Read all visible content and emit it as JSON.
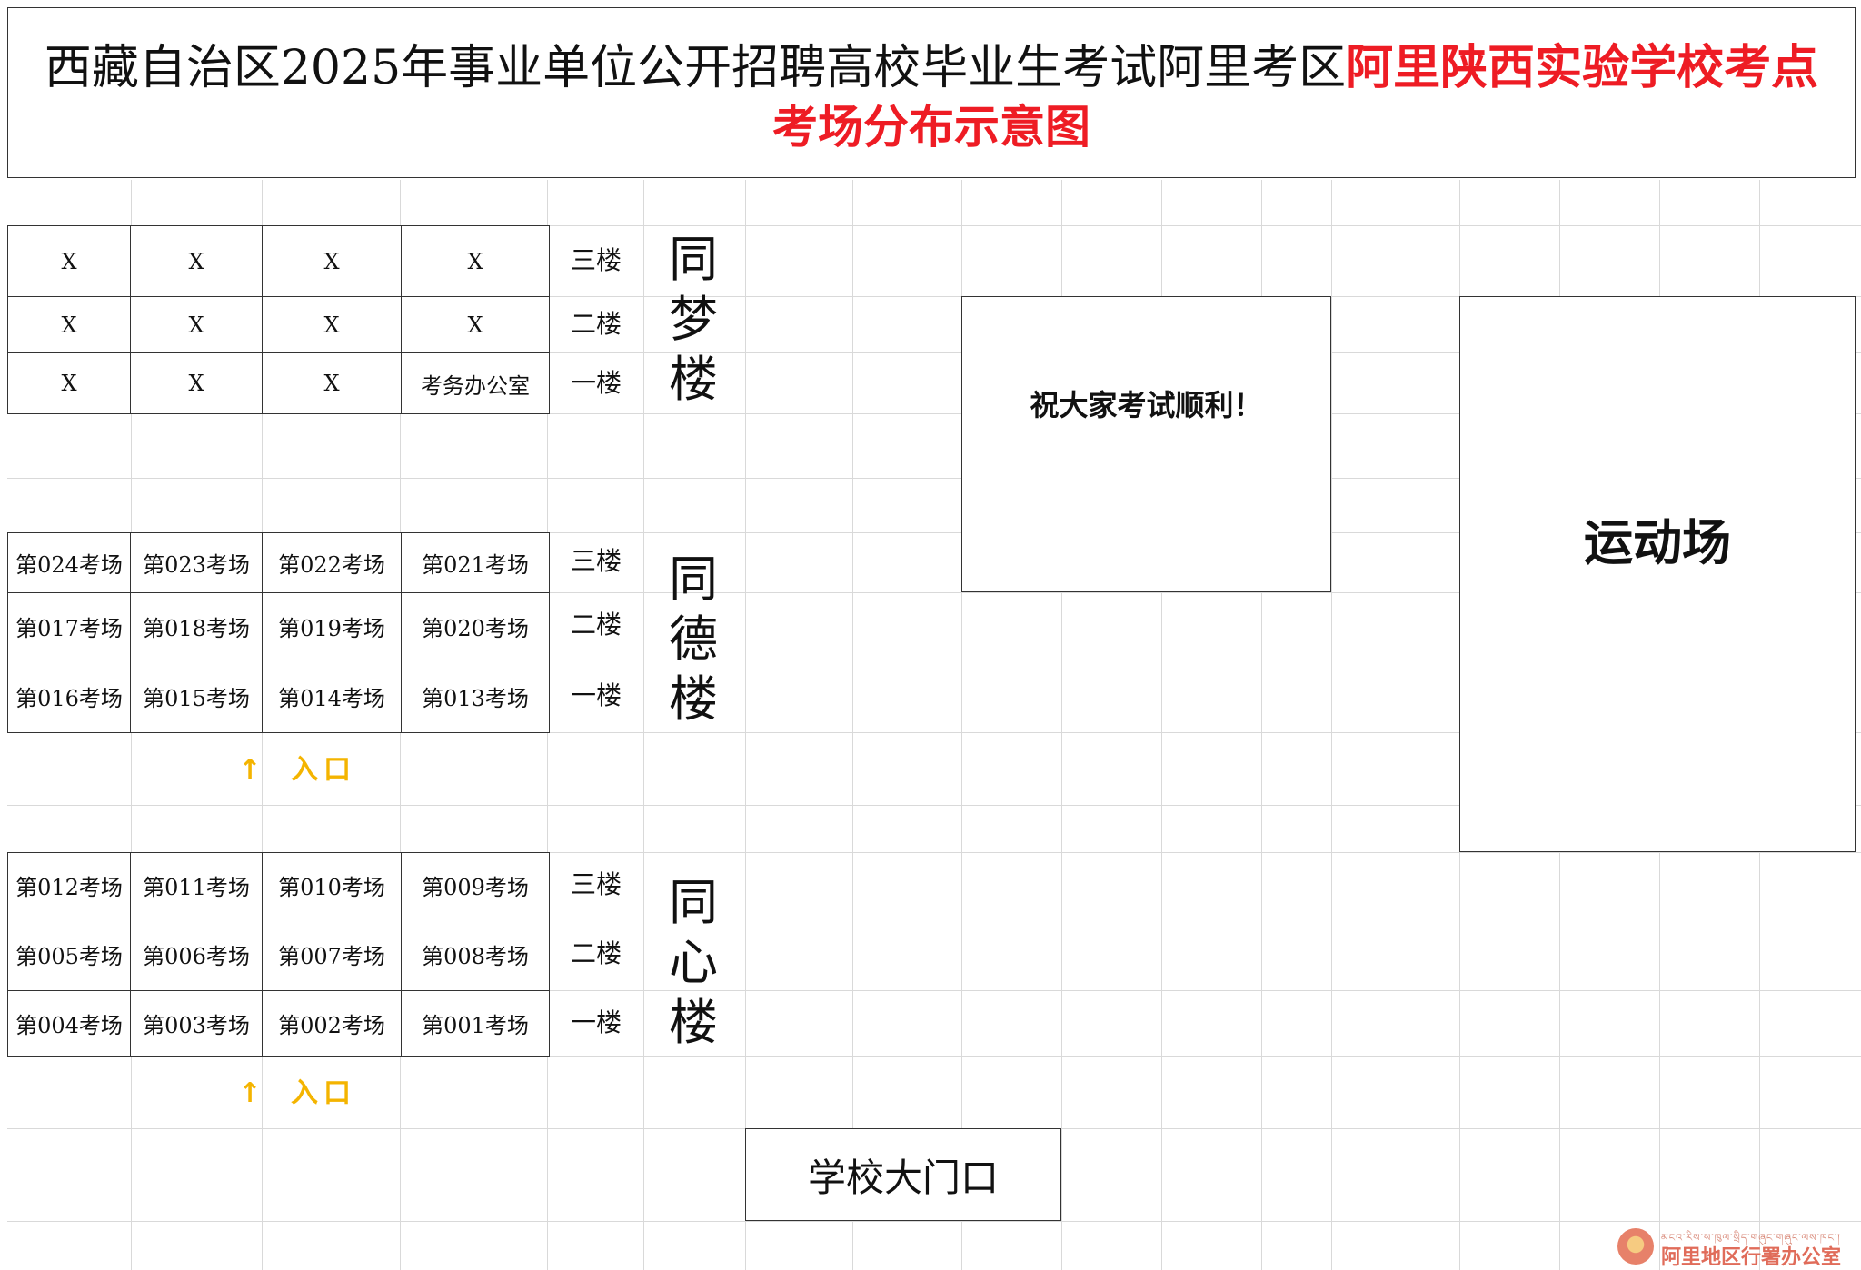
{
  "title": {
    "line1_black": "西藏自治区2025年事业单位公开招聘高校毕业生考试阿里考区",
    "line1_red": "阿里陕西实验学校考点",
    "line2_red": "考场分布示意图"
  },
  "buildings": [
    {
      "name_chars": [
        "同",
        "梦",
        "楼"
      ],
      "floors": [
        "三楼",
        "二楼",
        "一楼"
      ],
      "rows": [
        [
          "X",
          "X",
          "X",
          "X"
        ],
        [
          "X",
          "X",
          "X",
          "X"
        ],
        [
          "X",
          "X",
          "X",
          "考务办公室"
        ]
      ]
    },
    {
      "name_chars": [
        "同",
        "德",
        "楼"
      ],
      "floors": [
        "三楼",
        "二楼",
        "一楼"
      ],
      "rows": [
        [
          "第024考场",
          "第023考场",
          "第022考场",
          "第021考场"
        ],
        [
          "第017考场",
          "第018考场",
          "第019考场",
          "第020考场"
        ],
        [
          "第016考场",
          "第015考场",
          "第014考场",
          "第013考场"
        ]
      ]
    },
    {
      "name_chars": [
        "同",
        "心",
        "楼"
      ],
      "floors": [
        "三楼",
        "二楼",
        "一楼"
      ],
      "rows": [
        [
          "第012考场",
          "第011考场",
          "第010考场",
          "第009考场"
        ],
        [
          "第005考场",
          "第006考场",
          "第007考场",
          "第008考场"
        ],
        [
          "第004考场",
          "第003考场",
          "第002考场",
          "第001考场"
        ]
      ]
    }
  ],
  "entrances": [
    {
      "arrow": "↑",
      "label": "入口"
    },
    {
      "arrow": "↑",
      "label": "入口"
    }
  ],
  "wish_text": "祝大家考试顺利！",
  "sports_field": "运动场",
  "school_gate": "学校大门口",
  "watermark": {
    "script": "མངའ་རིས་ས་ཁུལ་སྲིད་གཞུང་གཞུང་ལས་ཁང་།",
    "text": "阿里地区行署办公室"
  },
  "colors": {
    "title_red": "#ee1c24",
    "entrance_yellow": "#f4b400",
    "grid": "#d9d9d9",
    "border": "#333333"
  }
}
